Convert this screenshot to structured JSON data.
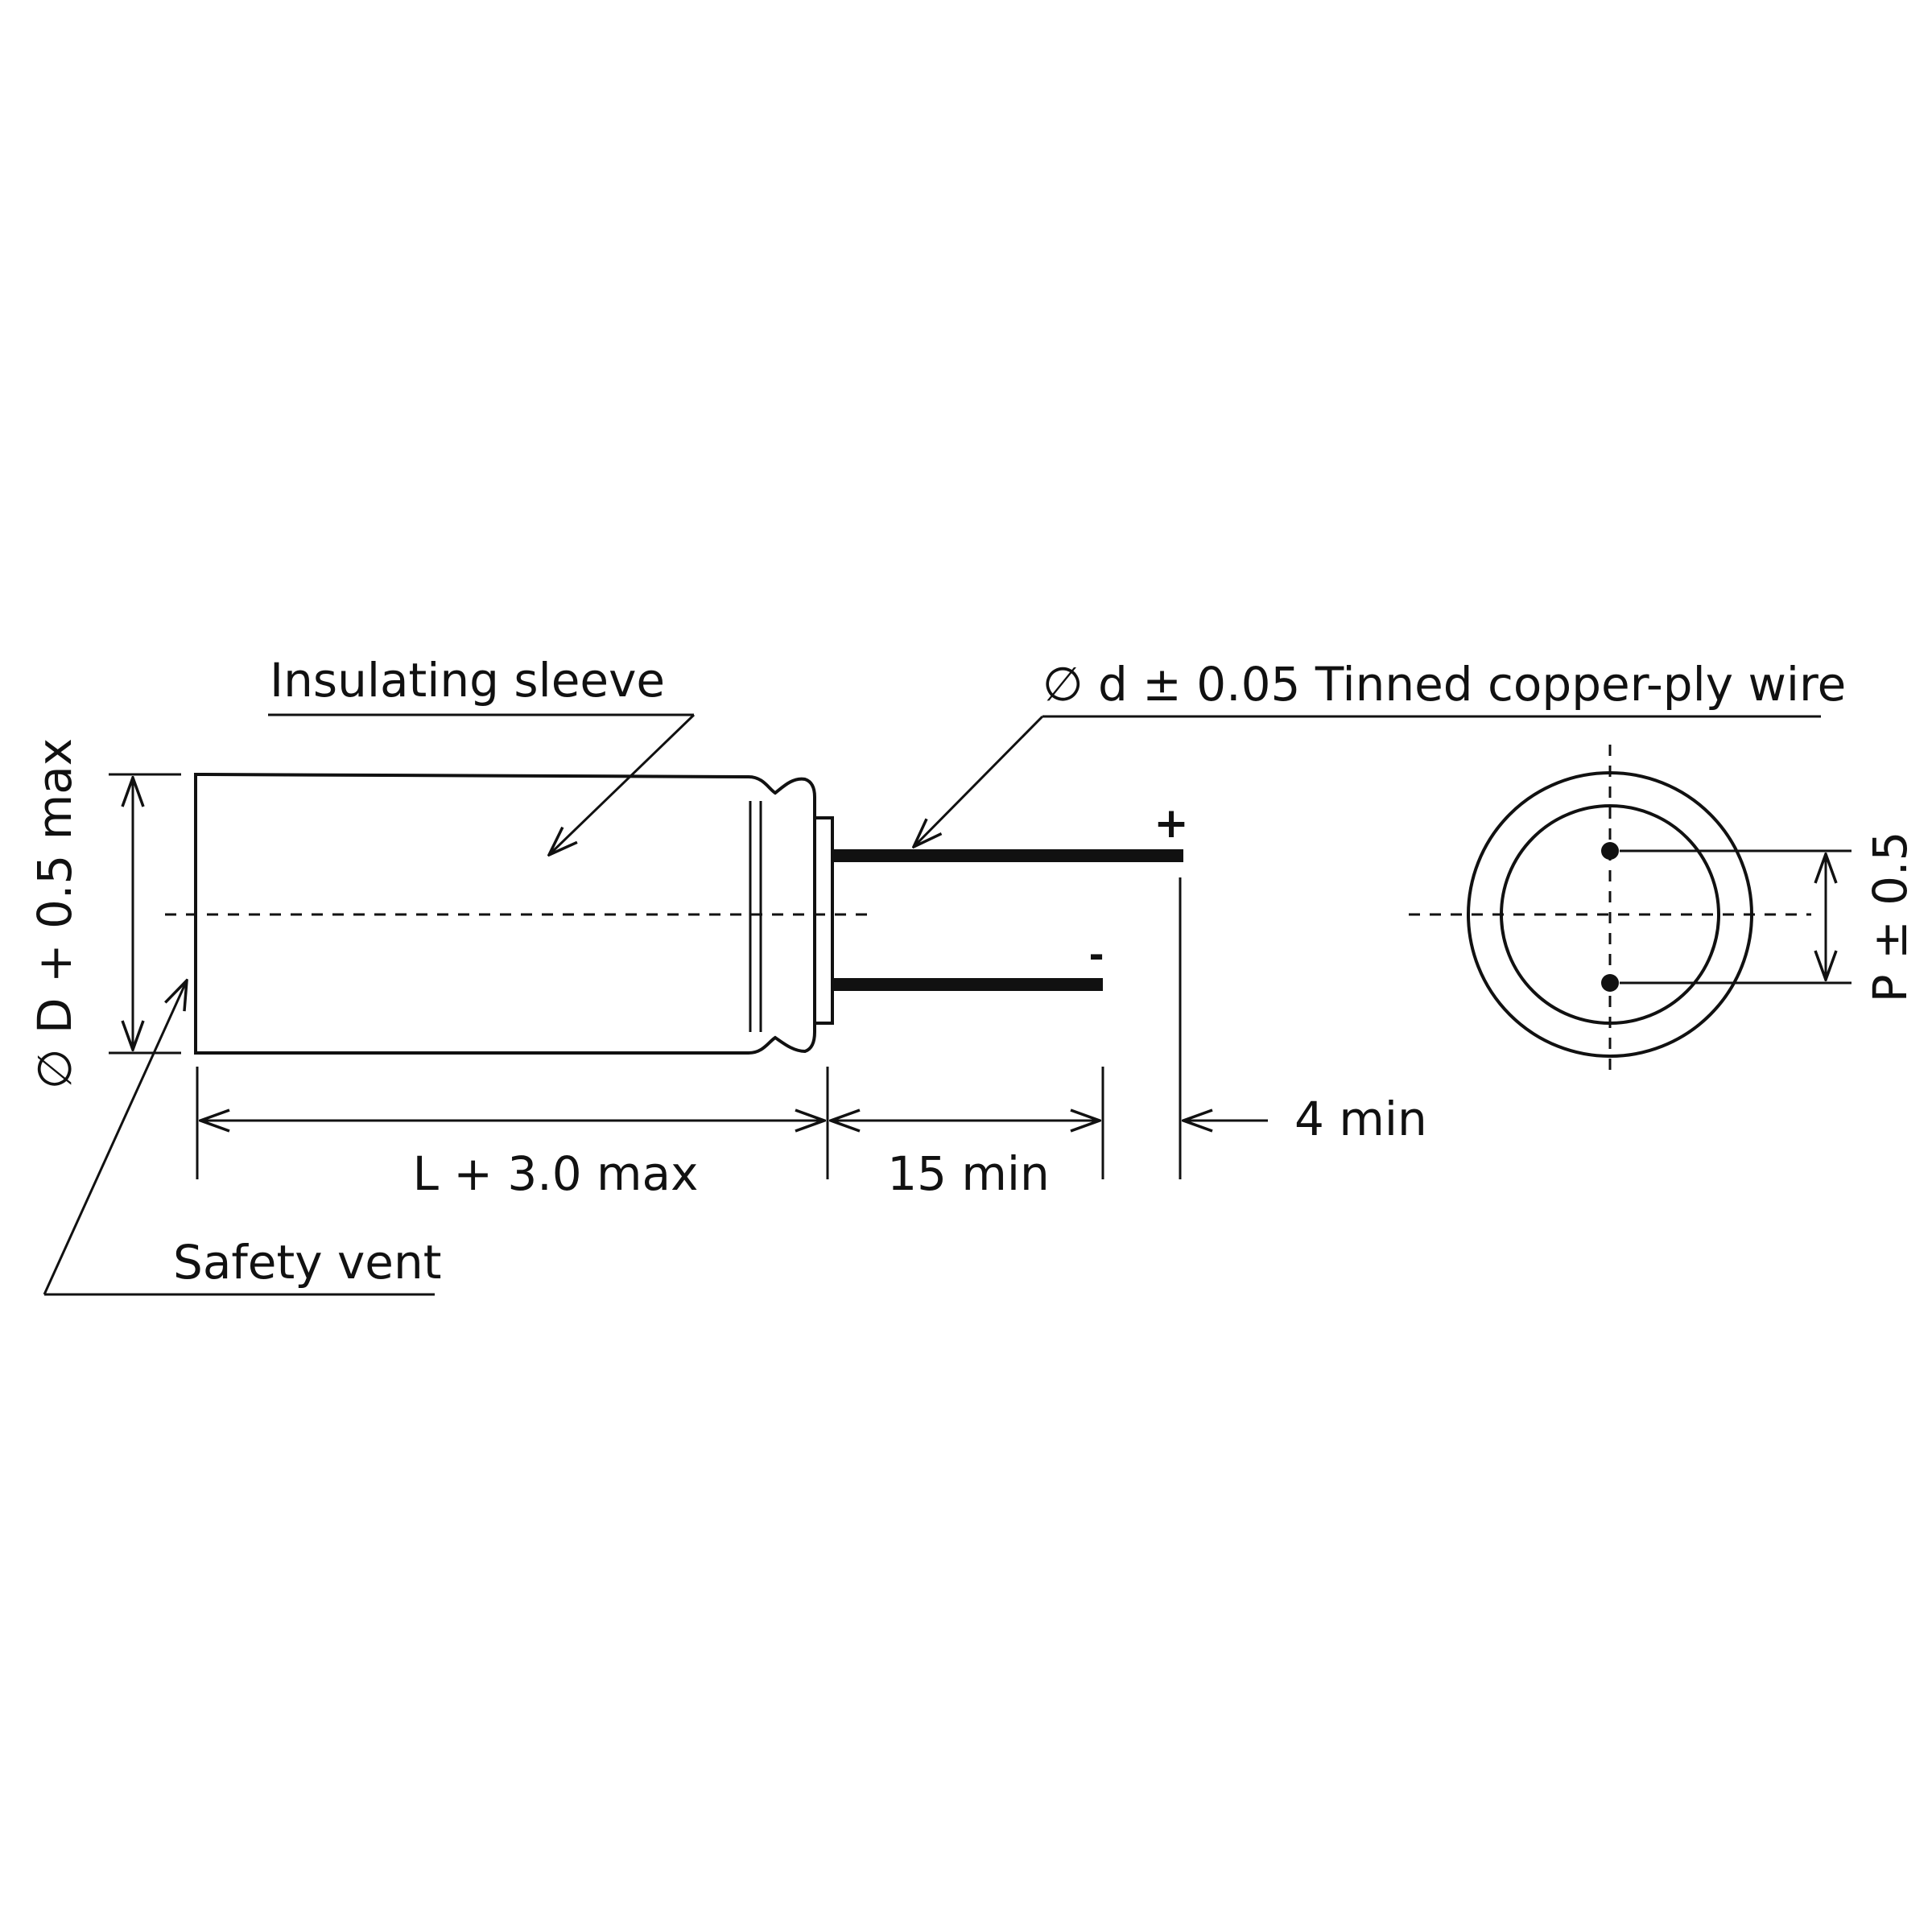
{
  "labels": {
    "insulating_sleeve": "Insulating sleeve",
    "lead_wire": "∅ d ± 0.05 Tinned copper-ply wire",
    "diameter": "∅ D + 0.5 max",
    "length": "L + 3.0 max",
    "lead_length": "15 min",
    "lead_offset": "4 min",
    "safety_vent": "Safety vent",
    "pitch": "P ± 0.5",
    "plus": "+",
    "minus": "-"
  },
  "colors": {
    "ink": "#111111",
    "background": "#ffffff"
  }
}
